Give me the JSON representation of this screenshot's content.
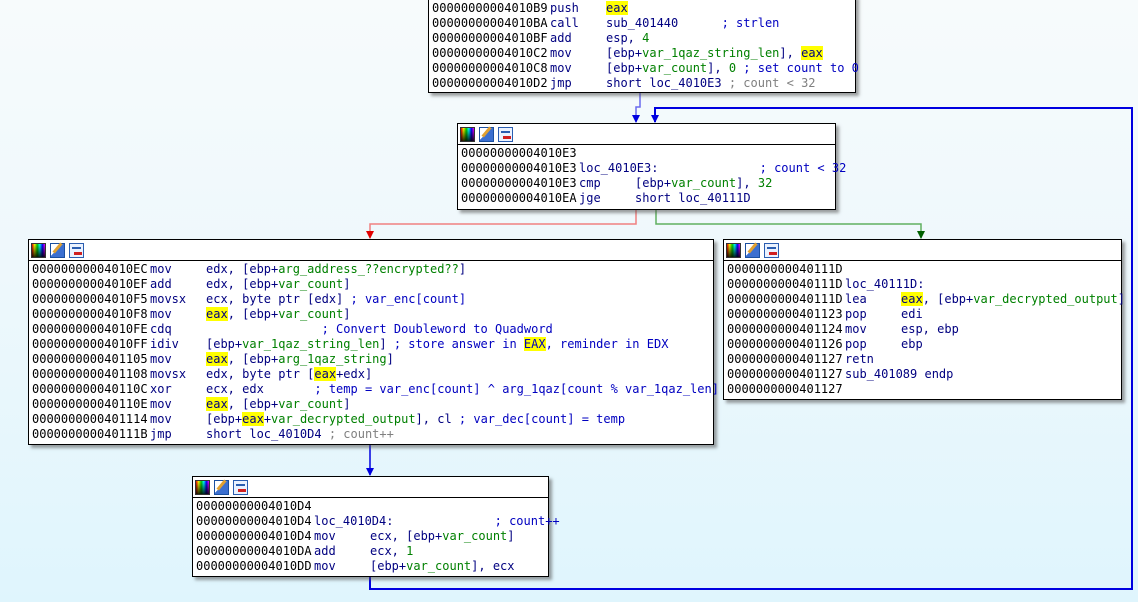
{
  "view": "IDA graph view",
  "colors": {
    "edge_unconditional": "#0000e0",
    "edge_false": "#f08080",
    "edge_true": "#60b060",
    "highlight": "#ffff00"
  },
  "header_icons": [
    "color-palette-icon",
    "edit-block-icon",
    "graph-overview-icon"
  ],
  "blocks": [
    {
      "id": "block_4010B9",
      "lines": [
        {
          "addr": "00000000004010B9",
          "mn": "push",
          "ops": [
            {
              "t": "eax",
              "c": "hl"
            }
          ]
        },
        {
          "addr": "00000000004010BA",
          "mn": "call",
          "ops": [
            {
              "t": "sub_401440      ",
              "c": "op"
            },
            {
              "t": "; strlen",
              "c": "cmt"
            }
          ]
        },
        {
          "addr": "00000000004010BF",
          "mn": "add",
          "ops": [
            {
              "t": "esp, ",
              "c": "op"
            },
            {
              "t": "4",
              "c": "g"
            }
          ]
        },
        {
          "addr": "00000000004010C2",
          "mn": "mov",
          "ops": [
            {
              "t": "[ebp+",
              "c": "op"
            },
            {
              "t": "var_1qaz_string_len",
              "c": "g"
            },
            {
              "t": "], ",
              "c": "op"
            },
            {
              "t": "eax",
              "c": "hl"
            }
          ]
        },
        {
          "addr": "00000000004010C8",
          "mn": "mov",
          "ops": [
            {
              "t": "[ebp+",
              "c": "op"
            },
            {
              "t": "var_count",
              "c": "g"
            },
            {
              "t": "], ",
              "c": "op"
            },
            {
              "t": "0",
              "c": "g"
            },
            {
              "t": " ; set count to 0",
              "c": "cmt"
            }
          ]
        },
        {
          "addr": "00000000004010D2",
          "mn": "jmp",
          "ops": [
            {
              "t": "short loc_4010E3",
              "c": "op"
            },
            {
              "t": " ; count < 32",
              "c": "gray"
            }
          ]
        }
      ]
    },
    {
      "id": "block_4010E3",
      "lines": [
        {
          "addr": "00000000004010E3",
          "mn": "",
          "ops": []
        },
        {
          "addr": "00000000004010E3",
          "mn": "",
          "ops": [
            {
              "t": "loc_4010E3:",
              "c": "lbl"
            },
            {
              "t": "              ; count < 32",
              "c": "cmt"
            }
          ],
          "label_line": true
        },
        {
          "addr": "00000000004010E3",
          "mn": "cmp",
          "ops": [
            {
              "t": "[ebp+",
              "c": "op"
            },
            {
              "t": "var_count",
              "c": "g"
            },
            {
              "t": "], ",
              "c": "op"
            },
            {
              "t": "32",
              "c": "g"
            }
          ]
        },
        {
          "addr": "00000000004010EA",
          "mn": "jge",
          "ops": [
            {
              "t": "short loc_40111D",
              "c": "op"
            }
          ]
        }
      ]
    },
    {
      "id": "block_4010EC",
      "lines": [
        {
          "addr": "00000000004010EC",
          "mn": "mov",
          "ops": [
            {
              "t": "edx, [ebp+",
              "c": "op"
            },
            {
              "t": "arg_address_??encrypted??",
              "c": "g"
            },
            {
              "t": "]",
              "c": "op"
            }
          ]
        },
        {
          "addr": "00000000004010EF",
          "mn": "add",
          "ops": [
            {
              "t": "edx, [ebp+",
              "c": "op"
            },
            {
              "t": "var_count",
              "c": "g"
            },
            {
              "t": "]",
              "c": "op"
            }
          ]
        },
        {
          "addr": "00000000004010F5",
          "mn": "movsx",
          "ops": [
            {
              "t": "ecx, byte ptr [edx] ",
              "c": "op"
            },
            {
              "t": "; var_enc[count]",
              "c": "cmt"
            }
          ]
        },
        {
          "addr": "00000000004010F8",
          "mn": "mov",
          "ops": [
            {
              "t": "eax",
              "c": "hl"
            },
            {
              "t": ", [ebp+",
              "c": "op"
            },
            {
              "t": "var_count",
              "c": "g"
            },
            {
              "t": "]",
              "c": "op"
            }
          ]
        },
        {
          "addr": "00000000004010FE",
          "mn": "cdq",
          "ops": [
            {
              "t": "                ; Convert Doubleword to Quadword",
              "c": "cmt"
            }
          ]
        },
        {
          "addr": "00000000004010FF",
          "mn": "idiv",
          "ops": [
            {
              "t": "[ebp+",
              "c": "op"
            },
            {
              "t": "var_1qaz_string_len",
              "c": "g"
            },
            {
              "t": "] ",
              "c": "op"
            },
            {
              "t": "; store answer in ",
              "c": "cmt"
            },
            {
              "t": "EAX",
              "c": "hl cmt"
            },
            {
              "t": ", reminder in EDX",
              "c": "cmt"
            }
          ]
        },
        {
          "addr": "0000000000401105",
          "mn": "mov",
          "ops": [
            {
              "t": "eax",
              "c": "hl"
            },
            {
              "t": ", [ebp+",
              "c": "op"
            },
            {
              "t": "arg_1qaz_string",
              "c": "g"
            },
            {
              "t": "]",
              "c": "op"
            }
          ]
        },
        {
          "addr": "0000000000401108",
          "mn": "movsx",
          "ops": [
            {
              "t": "edx, byte ptr [",
              "c": "op"
            },
            {
              "t": "eax",
              "c": "hl"
            },
            {
              "t": "+edx]",
              "c": "op"
            }
          ]
        },
        {
          "addr": "000000000040110C",
          "mn": "xor",
          "ops": [
            {
              "t": "ecx, edx",
              "c": "op"
            },
            {
              "t": "       ; temp = var_enc[count] ^ arg_1qaz[count % var_1qaz_len]",
              "c": "cmt"
            }
          ]
        },
        {
          "addr": "000000000040110E",
          "mn": "mov",
          "ops": [
            {
              "t": "eax",
              "c": "hl"
            },
            {
              "t": ", [ebp+",
              "c": "op"
            },
            {
              "t": "var_count",
              "c": "g"
            },
            {
              "t": "]",
              "c": "op"
            }
          ]
        },
        {
          "addr": "0000000000401114",
          "mn": "mov",
          "ops": [
            {
              "t": "[ebp+",
              "c": "op"
            },
            {
              "t": "eax",
              "c": "hl"
            },
            {
              "t": "+",
              "c": "op"
            },
            {
              "t": "var_decrypted_output",
              "c": "g"
            },
            {
              "t": "], cl ",
              "c": "op"
            },
            {
              "t": "; var_dec[count] = temp",
              "c": "cmt"
            }
          ]
        },
        {
          "addr": "000000000040111B",
          "mn": "jmp",
          "ops": [
            {
              "t": "short loc_4010D4",
              "c": "op"
            },
            {
              "t": " ; count++",
              "c": "gray"
            }
          ]
        }
      ]
    },
    {
      "id": "block_40111D",
      "lines": [
        {
          "addr": "000000000040111D",
          "mn": "",
          "ops": []
        },
        {
          "addr": "000000000040111D",
          "mn": "",
          "ops": [
            {
              "t": "loc_40111D:",
              "c": "lbl"
            }
          ],
          "label_line": true
        },
        {
          "addr": "000000000040111D",
          "mn": "lea",
          "ops": [
            {
              "t": "eax",
              "c": "hl"
            },
            {
              "t": ", [ebp+",
              "c": "op"
            },
            {
              "t": "var_decrypted_output",
              "c": "g"
            },
            {
              "t": "]",
              "c": "op"
            }
          ]
        },
        {
          "addr": "0000000000401123",
          "mn": "pop",
          "ops": [
            {
              "t": "edi",
              "c": "op"
            }
          ]
        },
        {
          "addr": "0000000000401124",
          "mn": "mov",
          "ops": [
            {
              "t": "esp, ebp",
              "c": "op"
            }
          ]
        },
        {
          "addr": "0000000000401126",
          "mn": "pop",
          "ops": [
            {
              "t": "ebp",
              "c": "op"
            }
          ]
        },
        {
          "addr": "0000000000401127",
          "mn": "retn",
          "ops": []
        },
        {
          "addr": "0000000000401127",
          "mn": "",
          "ops": [
            {
              "t": "sub_401089 endp",
              "c": "lbl"
            }
          ],
          "label_line": true
        },
        {
          "addr": "0000000000401127",
          "mn": "",
          "ops": []
        }
      ]
    },
    {
      "id": "block_4010D4",
      "lines": [
        {
          "addr": "00000000004010D4",
          "mn": "",
          "ops": []
        },
        {
          "addr": "00000000004010D4",
          "mn": "",
          "ops": [
            {
              "t": "loc_4010D4:",
              "c": "lbl"
            },
            {
              "t": "              ; count++",
              "c": "cmt"
            }
          ],
          "label_line": true
        },
        {
          "addr": "00000000004010D4",
          "mn": "mov",
          "ops": [
            {
              "t": "ecx, [ebp+",
              "c": "op"
            },
            {
              "t": "var_count",
              "c": "g"
            },
            {
              "t": "]",
              "c": "op"
            }
          ]
        },
        {
          "addr": "00000000004010DA",
          "mn": "add",
          "ops": [
            {
              "t": "ecx, ",
              "c": "op"
            },
            {
              "t": "1",
              "c": "g"
            }
          ]
        },
        {
          "addr": "00000000004010DD",
          "mn": "mov",
          "ops": [
            {
              "t": "[ebp+",
              "c": "op"
            },
            {
              "t": "var_count",
              "c": "g"
            },
            {
              "t": "], ecx",
              "c": "op"
            }
          ]
        }
      ]
    }
  ]
}
